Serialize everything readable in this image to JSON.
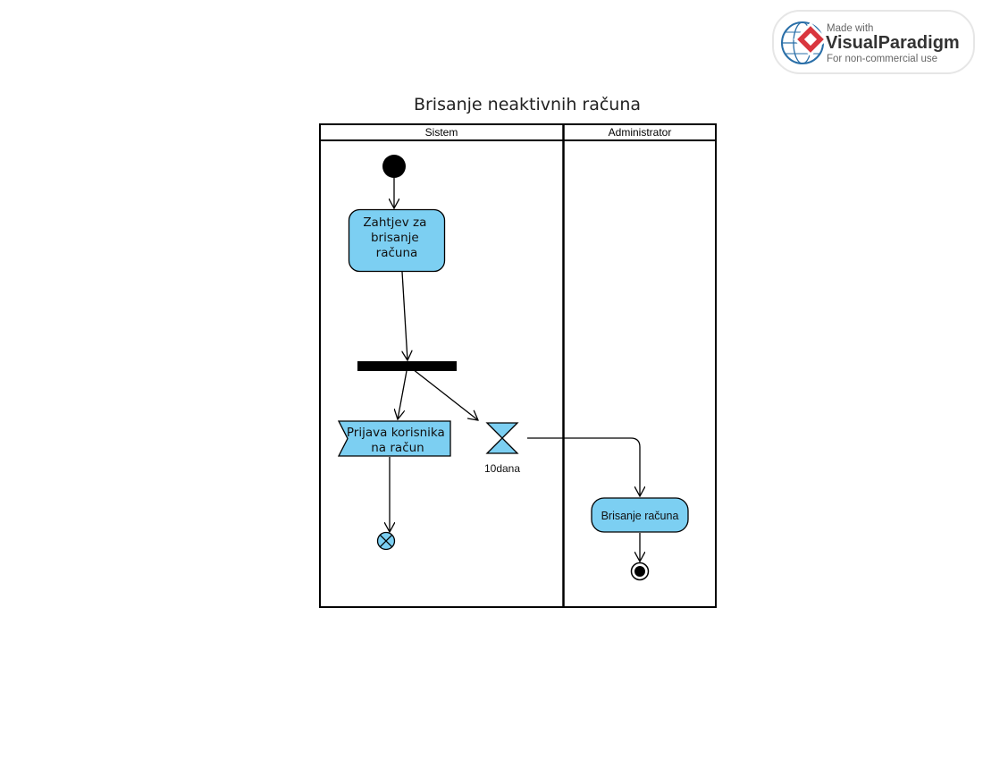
{
  "title": "Brisanje neaktivnih računa",
  "lanes": [
    "Sistem",
    "Administrator"
  ],
  "nodes": {
    "activity_request": [
      "Zahtjev za",
      "brisanje",
      "računa"
    ],
    "send_signal": [
      "Prijava korisnika",
      "na račun"
    ],
    "time_event_label": "10dana",
    "activity_delete": "Brisanje računa"
  },
  "watermark": {
    "line1": "Made with",
    "brand_part1": "Visual",
    "brand_part2": "Paradigm",
    "line3": "For non-commercial use"
  },
  "colors": {
    "node_fill": "#7ccff2",
    "line": "#000000",
    "watermark_red": "#d9363e"
  }
}
